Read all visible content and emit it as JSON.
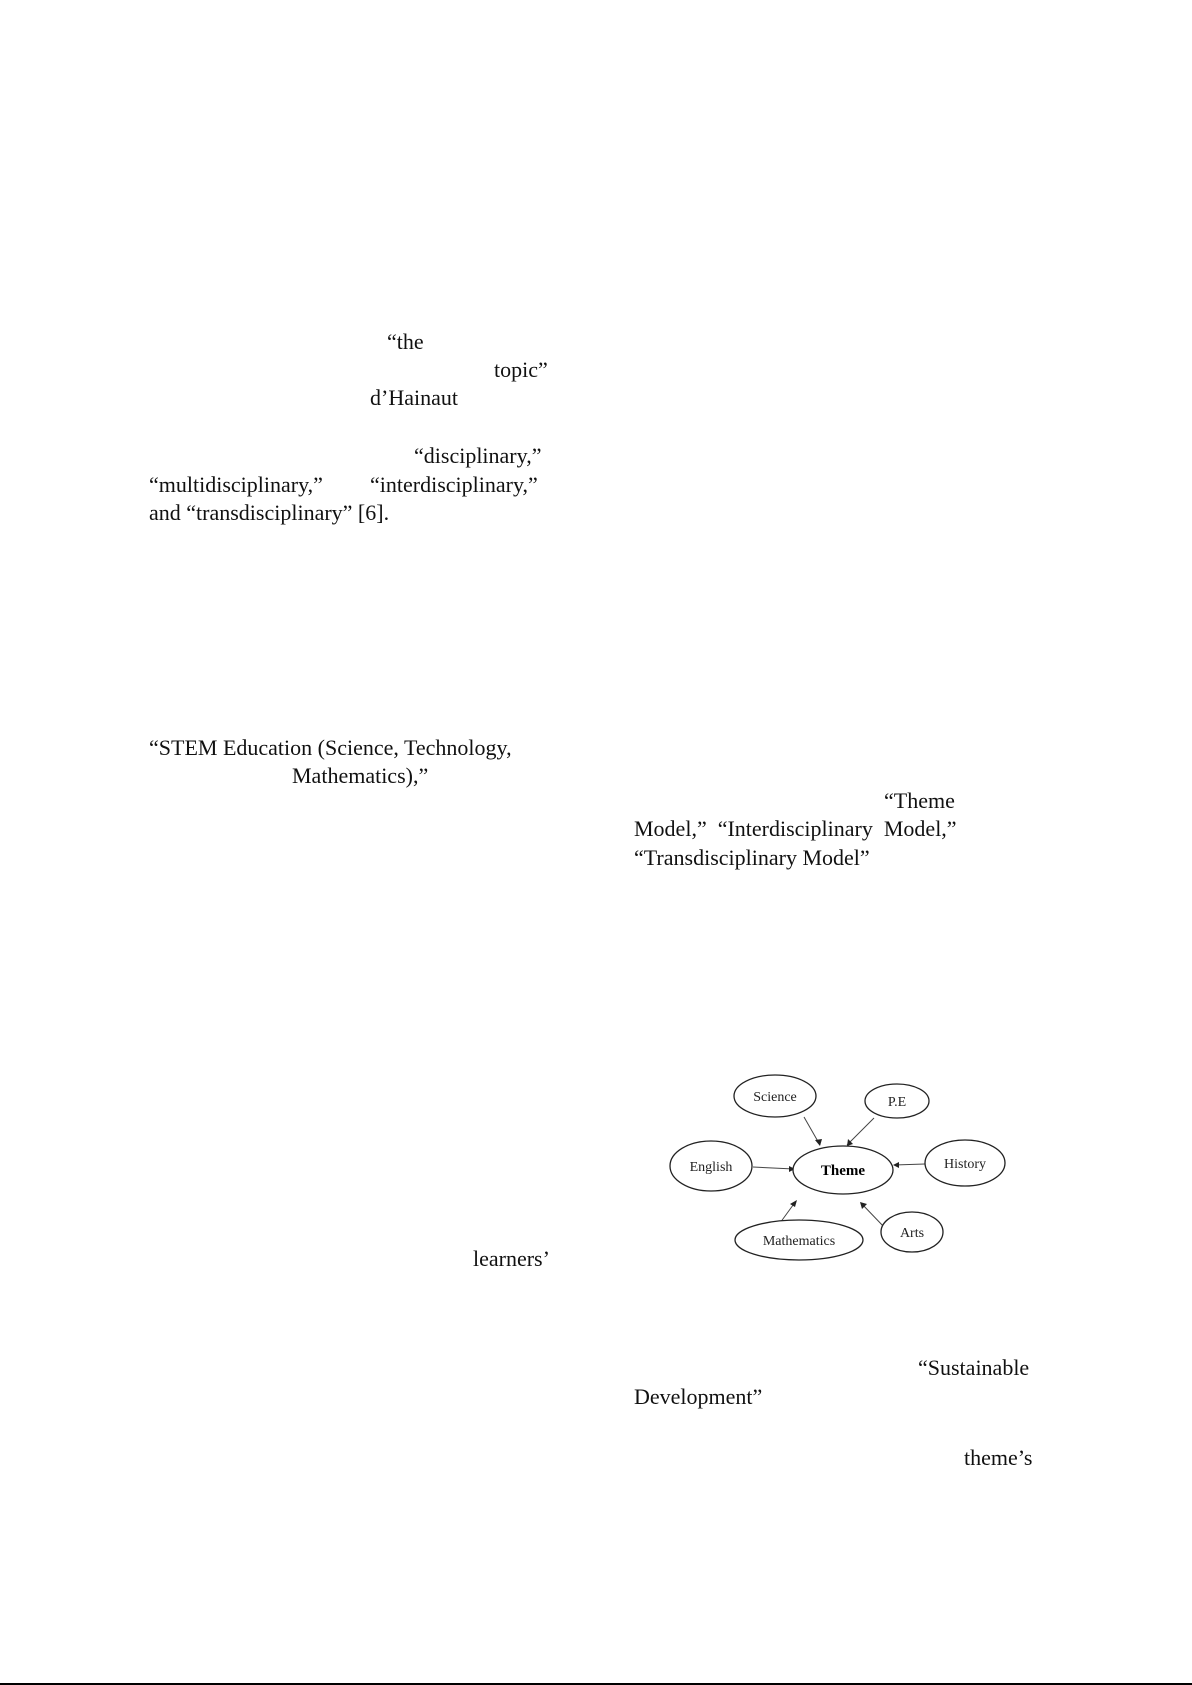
{
  "left_column": {
    "frag_the": "“the",
    "frag_topic": "topic”",
    "frag_dhainaut": "d’Hainaut",
    "frag_disciplinary": "“disciplinary,”",
    "frag_multidisciplinary": "“multidisciplinary,”",
    "frag_interdisciplinary": "“interdisciplinary,”",
    "frag_transdisciplinary": "and “transdisciplinary” [6].",
    "frag_stem_1": "“STEM Education (Science, Technology,",
    "frag_stem_2": "Mathematics),”",
    "frag_learners": "learners’"
  },
  "right_column": {
    "frag_theme": "“Theme",
    "frag_models_line": "Model,”  “Interdisciplinary  Model,”",
    "frag_transdisciplinary_model": "“Transdisciplinary Model”",
    "frag_sustainable": "“Sustainable",
    "frag_development": "Development”",
    "frag_themes": "theme’s"
  },
  "figure": {
    "center": "Theme",
    "nodes": [
      "Science",
      "P.E",
      "English",
      "History",
      "Mathematics",
      "Arts"
    ]
  }
}
